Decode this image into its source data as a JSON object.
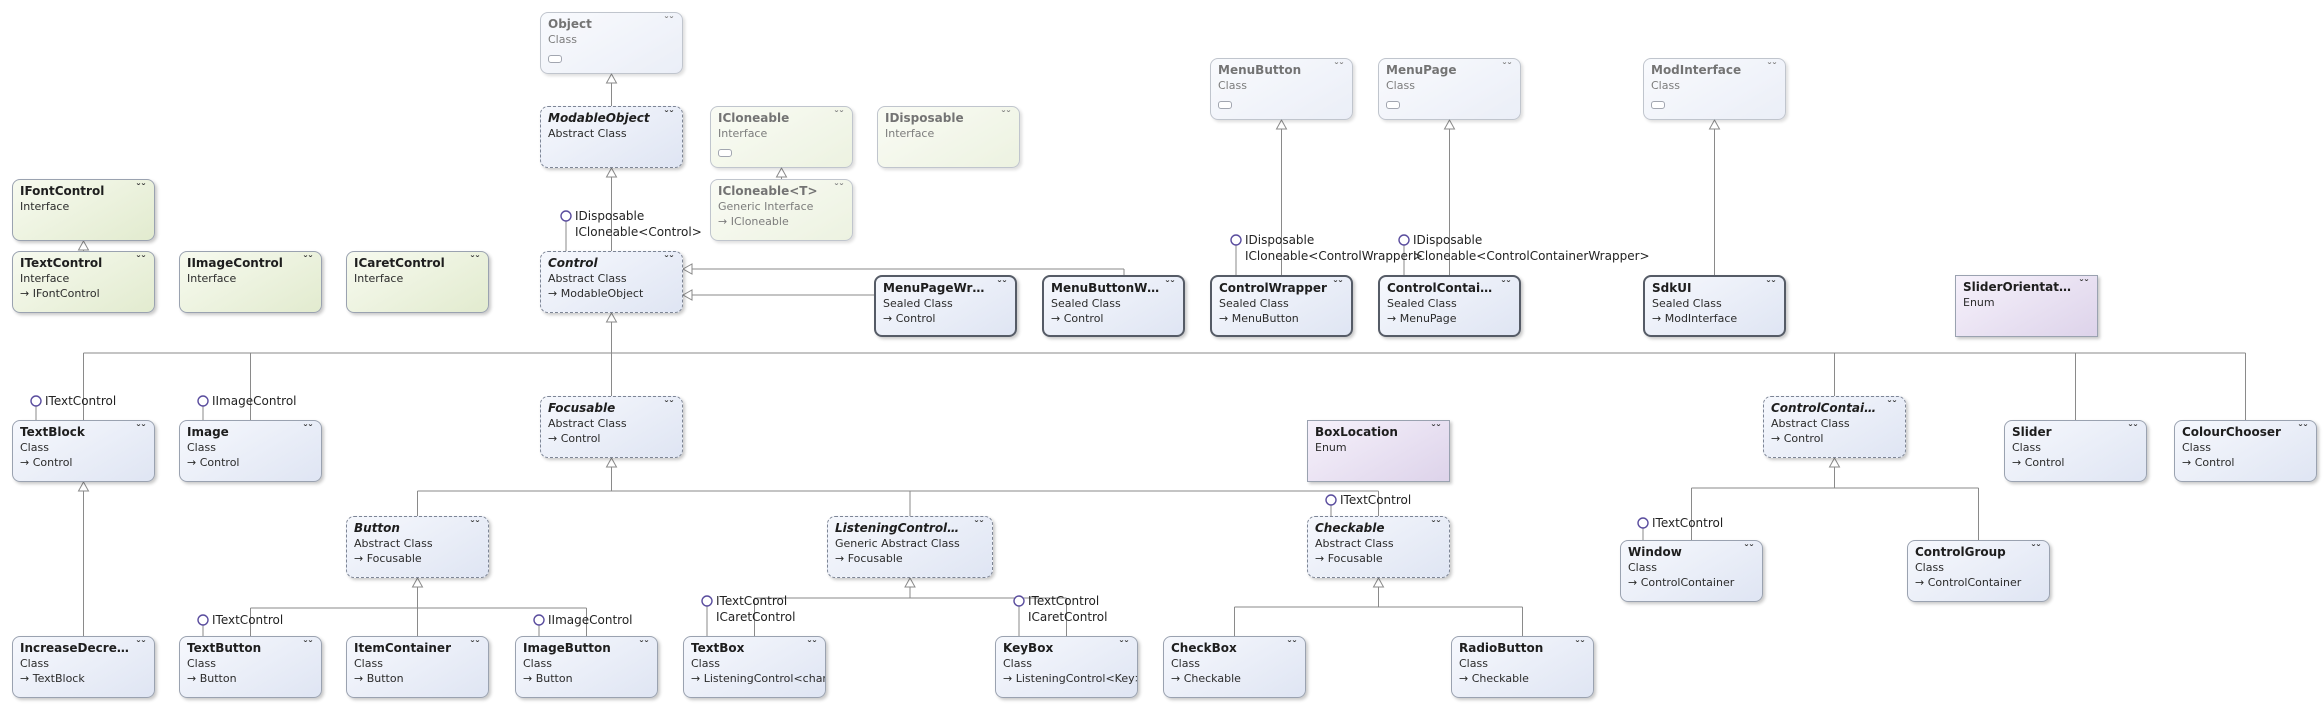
{
  "classes": [
    {
      "id": "object",
      "name": "Object",
      "stereotype": "Class",
      "external": true,
      "collapsed": true
    },
    {
      "id": "modableobject",
      "name": "ModableObject",
      "stereotype": "Abstract Class",
      "abstract": true
    },
    {
      "id": "icloneable",
      "name": "ICloneable",
      "stereotype": "Interface",
      "interface": true,
      "external": true,
      "collapsed": true
    },
    {
      "id": "idisposable",
      "name": "IDisposable",
      "stereotype": "Interface",
      "interface": true,
      "external": true
    },
    {
      "id": "icloneable_t",
      "name": "ICloneable<T>",
      "stereotype": "Generic Interface",
      "interface": true,
      "external": true,
      "base": "ICloneable",
      "collapsed": true
    },
    {
      "id": "menubutton",
      "name": "MenuButton",
      "stereotype": "Class",
      "external": true,
      "collapsed": true
    },
    {
      "id": "menupage",
      "name": "MenuPage",
      "stereotype": "Class",
      "external": true,
      "collapsed": true
    },
    {
      "id": "modinterface",
      "name": "ModInterface",
      "stereotype": "Class",
      "external": true,
      "collapsed": true
    },
    {
      "id": "ifontcontrol",
      "name": "IFontControl",
      "stereotype": "Interface",
      "interface": true
    },
    {
      "id": "itextcontrol",
      "name": "ITextControl",
      "stereotype": "Interface",
      "interface": true,
      "base": "IFontControl"
    },
    {
      "id": "iimagecontrol",
      "name": "IImageControl",
      "stereotype": "Interface",
      "interface": true
    },
    {
      "id": "icaretcontrol",
      "name": "ICaretControl",
      "stereotype": "Interface",
      "interface": true
    },
    {
      "id": "control",
      "name": "Control",
      "stereotype": "Abstract Class",
      "abstract": true,
      "base": "ModableObject"
    },
    {
      "id": "menupagewrapper",
      "name": "MenuPageWrap...",
      "stereotype": "Sealed Class",
      "sealed": true,
      "base": "Control"
    },
    {
      "id": "menubuttonwrapper",
      "name": "MenuButtonWr...",
      "stereotype": "Sealed Class",
      "sealed": true,
      "base": "Control"
    },
    {
      "id": "controlwrapper",
      "name": "ControlWrapper",
      "stereotype": "Sealed Class",
      "sealed": true,
      "base": "MenuButton"
    },
    {
      "id": "controlcontainerwrapper",
      "name": "ControlContaine...",
      "stereotype": "Sealed Class",
      "sealed": true,
      "base": "MenuPage"
    },
    {
      "id": "sdkui",
      "name": "SdkUI",
      "stereotype": "Sealed Class",
      "sealed": true,
      "base": "ModInterface"
    },
    {
      "id": "sliderorientation",
      "name": "SliderOrientation",
      "stereotype": "Enum",
      "enum": true
    },
    {
      "id": "textblock",
      "name": "TextBlock",
      "stereotype": "Class",
      "base": "Control"
    },
    {
      "id": "image",
      "name": "Image",
      "stereotype": "Class",
      "base": "Control"
    },
    {
      "id": "focusable",
      "name": "Focusable",
      "stereotype": "Abstract Class",
      "abstract": true,
      "base": "Control"
    },
    {
      "id": "boxlocation",
      "name": "BoxLocation",
      "stereotype": "Enum",
      "enum": true
    },
    {
      "id": "controlcontainer",
      "name": "ControlContainer",
      "stereotype": "Abstract Class",
      "abstract": true,
      "base": "Control"
    },
    {
      "id": "slider",
      "name": "Slider",
      "stereotype": "Class",
      "base": "Control"
    },
    {
      "id": "colourchooser",
      "name": "ColourChooser",
      "stereotype": "Class",
      "base": "Control"
    },
    {
      "id": "button",
      "name": "Button",
      "stereotype": "Abstract Class",
      "abstract": true,
      "base": "Focusable"
    },
    {
      "id": "listeningcontrol",
      "name": "ListeningControl<T>",
      "stereotype": "Generic Abstract Class",
      "abstract": true,
      "base": "Focusable"
    },
    {
      "id": "checkable",
      "name": "Checkable",
      "stereotype": "Abstract Class",
      "abstract": true,
      "base": "Focusable"
    },
    {
      "id": "window",
      "name": "Window",
      "stereotype": "Class",
      "base": "ControlContainer"
    },
    {
      "id": "controlgroup",
      "name": "ControlGroup",
      "stereotype": "Class",
      "base": "ControlContainer"
    },
    {
      "id": "increasedecrease",
      "name": "IncreaseDecreas...",
      "stereotype": "Class",
      "base": "TextBlock"
    },
    {
      "id": "textbutton",
      "name": "TextButton",
      "stereotype": "Class",
      "base": "Button"
    },
    {
      "id": "itemcontainer",
      "name": "ItemContainer",
      "stereotype": "Class",
      "base": "Button"
    },
    {
      "id": "imagebutton",
      "name": "ImageButton",
      "stereotype": "Class",
      "base": "Button"
    },
    {
      "id": "textbox",
      "name": "TextBox",
      "stereotype": "Class",
      "base": "ListeningControl<char>"
    },
    {
      "id": "keybox",
      "name": "KeyBox",
      "stereotype": "Class",
      "base": "ListeningControl<Key>"
    },
    {
      "id": "checkbox",
      "name": "CheckBox",
      "stereotype": "Class",
      "base": "Checkable"
    },
    {
      "id": "radiobutton",
      "name": "RadioButton",
      "stereotype": "Class",
      "base": "Checkable"
    }
  ],
  "interface_labels": {
    "control": [
      "IDisposable",
      "ICloneable<Control>"
    ],
    "controlwrapper": [
      "IDisposable",
      "ICloneable<ControlWrapper>"
    ],
    "controlcontainerwrapper": [
      "IDisposable",
      "ICloneable<ControlContainerWrapper>"
    ],
    "textblock": [
      "ITextControl"
    ],
    "image": [
      "IImageControl"
    ],
    "checkable": [
      "ITextControl"
    ],
    "window": [
      "ITextControl"
    ],
    "textbutton": [
      "ITextControl"
    ],
    "imagebutton": [
      "IImageControl"
    ],
    "textbox": [
      "ITextControl",
      "ICaretControl"
    ],
    "keybox": [
      "ITextControl",
      "ICaretControl"
    ]
  },
  "colors": {
    "line": "#8a8a8a",
    "lollipop": "#5a4d9e"
  }
}
